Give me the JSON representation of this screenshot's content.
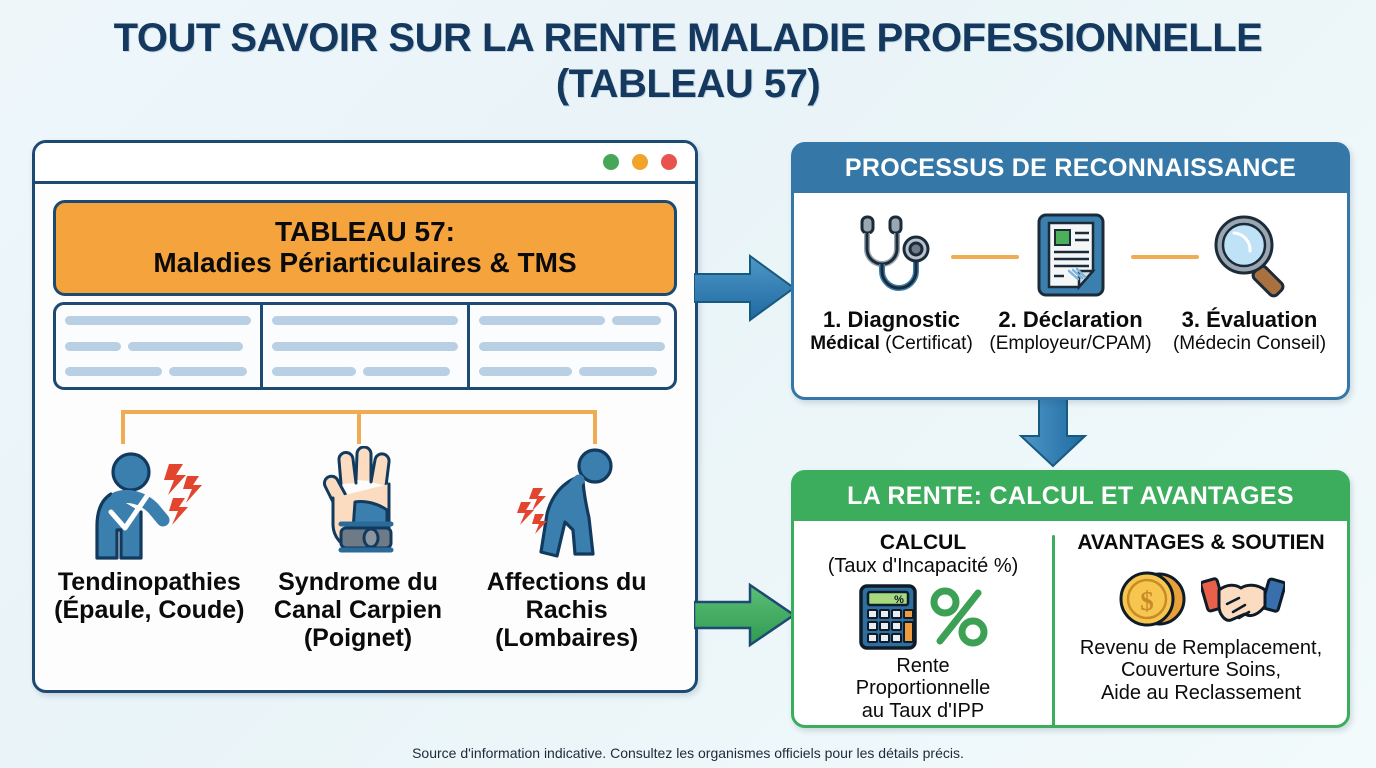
{
  "title": {
    "line1": "TOUT SAVOIR SUR LA RENTE MALADIE PROFESSIONNELLE",
    "line2": "(TABLEAU 57)"
  },
  "browser": {
    "window_dots": [
      "green-dot",
      "yellow-dot",
      "red-dot"
    ],
    "tableau_header": {
      "line1": "TABLEAU 57:",
      "line2": "Maladies Périarticulaires & TMS"
    },
    "placeholder_columns": [
      {
        "rows": [
          [
            100
          ],
          [
            30,
            62
          ],
          [
            52,
            42
          ]
        ]
      },
      {
        "rows": [
          [
            100
          ],
          [
            100
          ],
          [
            45,
            47
          ]
        ]
      },
      {
        "rows": [
          [
            68,
            26
          ],
          [
            100
          ],
          [
            50,
            42
          ]
        ]
      }
    ],
    "conditions": [
      {
        "icon": "shoulder-pain-icon",
        "caption": "Tendinopathies\n(Épaule, Coude)"
      },
      {
        "icon": "wrist-brace-icon",
        "caption": "Syndrome du\nCanal Carpien\n(Poignet)"
      },
      {
        "icon": "back-pain-icon",
        "caption": "Affections du\nRachis\n(Lombaires)"
      }
    ]
  },
  "process_panel": {
    "header": "PROCESSUS DE RECONNAISSANCE",
    "accent": "#3578a8",
    "steps": [
      {
        "icon": "stethoscope-icon",
        "label": "1. Diagnostic",
        "sub_bold": "Médical",
        "sub": "(Certificat)"
      },
      {
        "icon": "document-icon",
        "label": "2. Déclaration",
        "sub_bold": "",
        "sub": "(Employeur/CPAM)"
      },
      {
        "icon": "magnifier-icon",
        "label": "3. Évaluation",
        "sub_bold": "",
        "sub": "(Médecin Conseil)"
      }
    ]
  },
  "rente_panel": {
    "header": "LA RENTE: CALCUL ET AVANTAGES",
    "accent": "#3cad5c",
    "calcul": {
      "title": "CALCUL",
      "subtitle": "(Taux d'Incapacité %)",
      "icons": [
        "calculator-icon",
        "percent-icon"
      ],
      "footer": "Rente\nProportionnelle\nau Taux d'IPP"
    },
    "avantages": {
      "title": "AVANTAGES & SOUTIEN",
      "icons": [
        "coins-icon",
        "handshake-icon"
      ],
      "footer": "Revenu de Remplacement,\nCouverture Soins,\nAide au Reclassement"
    }
  },
  "arrows": [
    {
      "name": "arrow-left-to-process",
      "color": "#2a77ad",
      "direction": "right"
    },
    {
      "name": "arrow-process-to-rente",
      "color": "#2a77ad",
      "direction": "down"
    },
    {
      "name": "arrow-left-to-rente",
      "color": "#3cad5c",
      "direction": "right"
    }
  ],
  "footer": "Source d'information indicative. Consultez les organismes officiels pour les détails précis."
}
